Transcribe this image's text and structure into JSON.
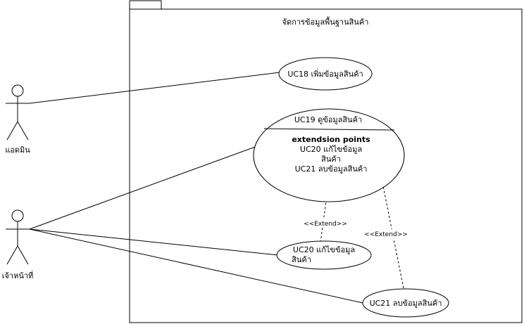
{
  "system": {
    "title": "จัดการข้อมูลพื้นฐานสินค้า"
  },
  "actors": {
    "admin": "แอดมิน",
    "staff": "เจ้าหน้าที่"
  },
  "usecases": {
    "uc18": "UC18 เพิ่มข้อมูลสินค้า",
    "uc19": {
      "title": "UC19 ดูข้อมูลสินค้า",
      "ext_heading": "extendsion points",
      "ext_line1": "UC20 แก้ไขข้อมูล",
      "ext_line2": "สินค้า",
      "ext_line3": "UC21 ลบข้อมูลสินค้า"
    },
    "uc20": {
      "line1": "UC20 แก้ไขข้อมูล",
      "line2": "สินค้า"
    },
    "uc21": "UC21 ลบข้อมูลสินค้า"
  },
  "relations": {
    "extend_label": "<<Extend>>"
  }
}
